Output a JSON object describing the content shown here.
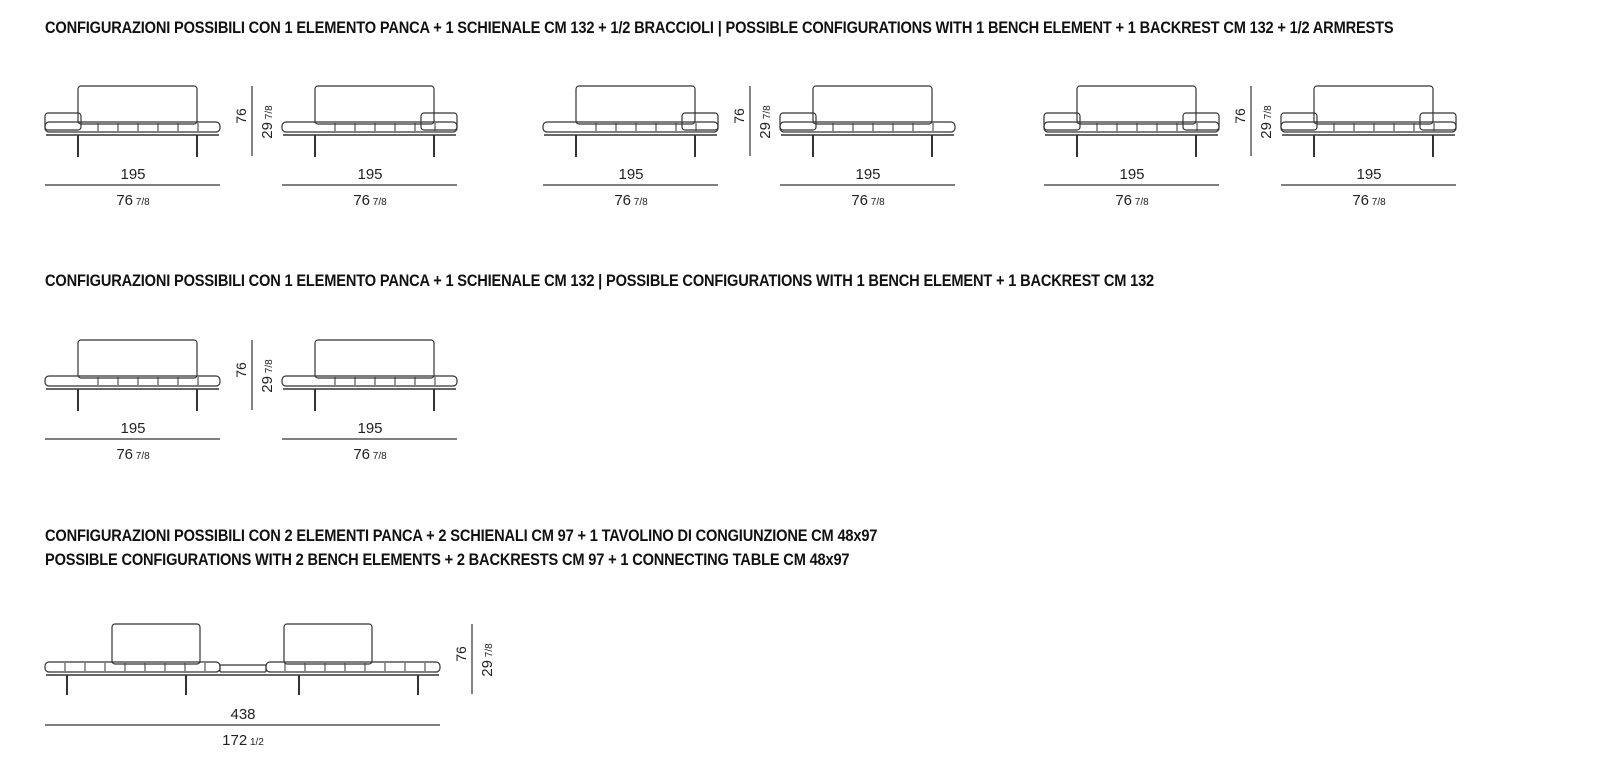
{
  "section_1": {
    "title": "CONFIGURAZIONI POSSIBILI CON 1 ELEMENTO PANCA + 1 SCHIENALE CM 132 + 1/2 BRACCIOLI  |  POSSIBLE CONFIGURATIONS WITH 1 BENCH ELEMENT + 1 BACKREST CM 132 + 1/2 ARMRESTS",
    "groups": [
      {
        "height_cm": "76",
        "height_in": "29 7/8",
        "variants": [
          {
            "width_cm": "195",
            "width_in": "76 7/8",
            "armrests": "left"
          },
          {
            "width_cm": "195",
            "width_in": "76 7/8",
            "armrests": "right"
          }
        ]
      },
      {
        "height_cm": "76",
        "height_in": "29 7/8",
        "variants": [
          {
            "width_cm": "195",
            "width_in": "76 7/8",
            "armrests": "right"
          },
          {
            "width_cm": "195",
            "width_in": "76 7/8",
            "armrests": "left"
          }
        ]
      },
      {
        "height_cm": "76",
        "height_in": "29 7/8",
        "variants": [
          {
            "width_cm": "195",
            "width_in": "76 7/8",
            "armrests": "both"
          },
          {
            "width_cm": "195",
            "width_in": "76 7/8",
            "armrests": "both"
          }
        ]
      }
    ]
  },
  "section_2": {
    "title": "CONFIGURAZIONI POSSIBILI CON 1 ELEMENTO PANCA + 1 SCHIENALE CM 132  |  POSSIBLE CONFIGURATIONS WITH 1 BENCH ELEMENT + 1 BACKREST CM 132",
    "groups": [
      {
        "height_cm": "76",
        "height_in": "29 7/8",
        "variants": [
          {
            "width_cm": "195",
            "width_in": "76 7/8",
            "armrests": "none"
          },
          {
            "width_cm": "195",
            "width_in": "76 7/8",
            "armrests": "none"
          }
        ]
      }
    ]
  },
  "section_3": {
    "title_it": "CONFIGURAZIONI POSSIBILI CON 2 ELEMENTI PANCA + 2 SCHIENALI CM 97 + 1 TAVOLINO DI CONGIUNZIONE CM 48x97",
    "title_en": "POSSIBLE CONFIGURATIONS WITH 2 BENCH ELEMENTS + 2 BACKRESTS CM 97  + 1 CONNECTING TABLE CM 48x97",
    "config": {
      "width_cm": "438",
      "width_in": "172 1/2",
      "height_cm": "76",
      "height_in": "29 7/8"
    }
  }
}
